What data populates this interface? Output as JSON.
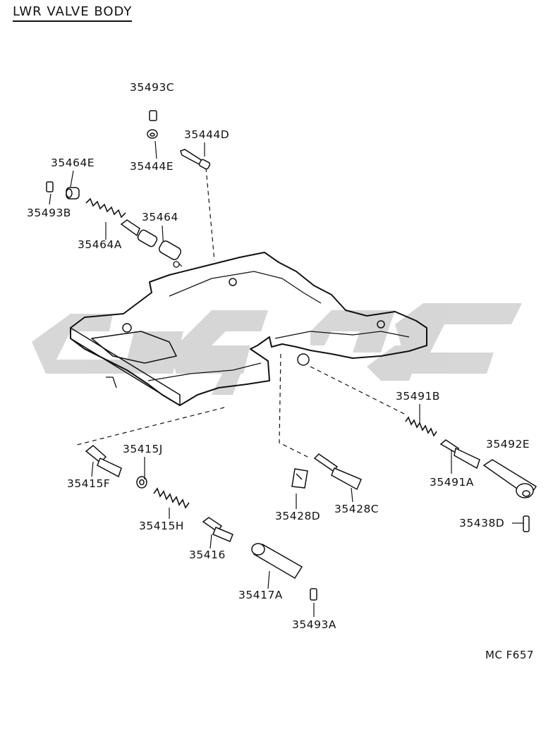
{
  "title": "LWR VALVE BODY",
  "diagram_code": "MC F657",
  "parts": {
    "p35493C": "35493C",
    "p35444D": "35444D",
    "p35444E": "35444E",
    "p35464E": "35464E",
    "p35493B": "35493B",
    "p35464": "35464",
    "p35464A": "35464A",
    "p35491B": "35491B",
    "p35492E": "35492E",
    "p35491A": "35491A",
    "p35438D": "35438D",
    "p35415J": "35415J",
    "p35415F": "35415F",
    "p35415H": "35415H",
    "p35428D": "35428D",
    "p35428C": "35428C",
    "p35416": "35416",
    "p35417A": "35417A",
    "p35493A": "35493A"
  }
}
